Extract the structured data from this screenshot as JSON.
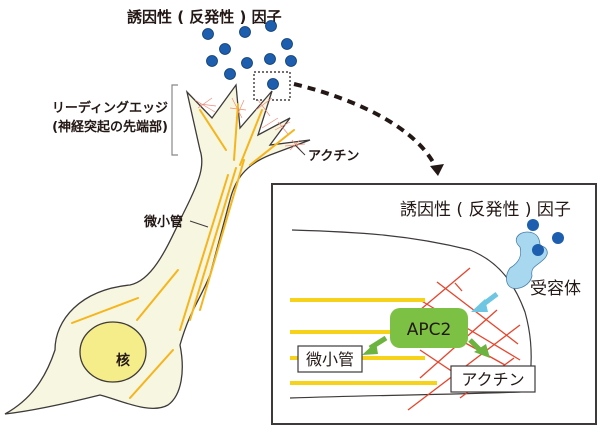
{
  "labels": {
    "factor_top": "誘因性 ( 反発性 ) 因子",
    "leading_edge_line1": "リーディングエッジ",
    "leading_edge_line2": "(神経突起の先端部)",
    "actin_main": "アクチン",
    "microtubule_main": "微小管",
    "nucleus": "核",
    "factor_inset": "誘因性 ( 反発性 ) 因子",
    "receptor": "受容体",
    "apc2": "APC2",
    "microtubule_inset": "微小管",
    "actin_inset": "アクチン"
  },
  "colors": {
    "cell_fill": "#f7f6e0",
    "cell_outline": "#3e3a39",
    "nucleus_fill": "#f5ec8a",
    "microtubule": "#f5b51b",
    "microtubule_inset": "#f6d21a",
    "actin": "#e8442c",
    "factor": "#1d5fae",
    "receptor": "#a8d8f0",
    "receptor_arrow": "#6ec6e2",
    "apc2_fill": "#7cc143",
    "apc2_arrow": "#6db33f",
    "arrow_dashed": "#231815"
  }
}
